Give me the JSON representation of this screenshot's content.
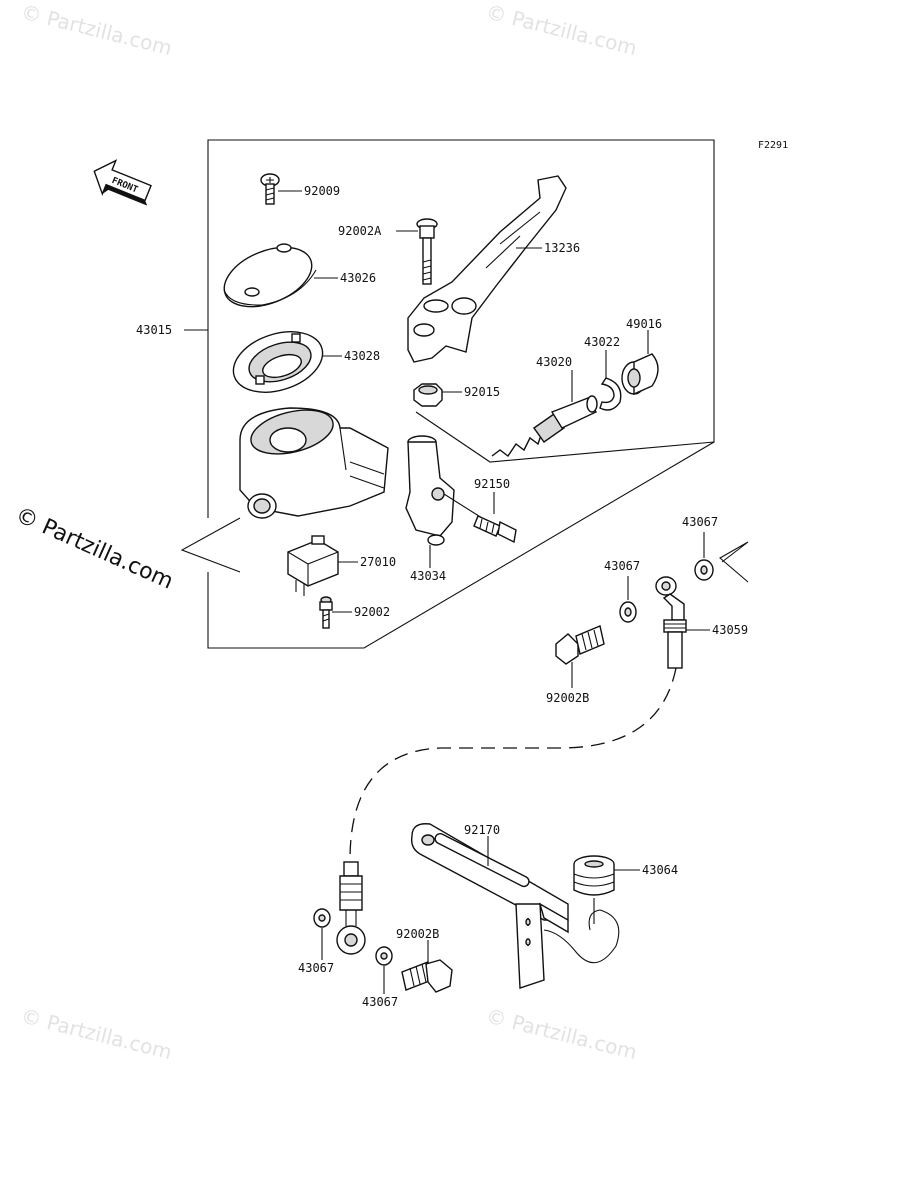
{
  "diagram": {
    "figure_code": "F2291",
    "front_label": "FRONT",
    "watermark_text": "© Partzilla.com",
    "labels": {
      "p92009": "92009",
      "p92002A": "92002A",
      "p13236": "13236",
      "p43026": "43026",
      "p43015": "43015",
      "p43028": "43028",
      "p49016": "49016",
      "p43022": "43022",
      "p43020": "43020",
      "p92015": "92015",
      "p92150": "92150",
      "p43034": "43034",
      "p27010": "27010",
      "p92002": "92002",
      "p43067a": "43067",
      "p43067b": "43067",
      "p43059": "43059",
      "p92002B_a": "92002B",
      "p92170": "92170",
      "p43064": "43064",
      "p92002B_b": "92002B",
      "p43067c": "43067",
      "p43067d": "43067"
    }
  }
}
